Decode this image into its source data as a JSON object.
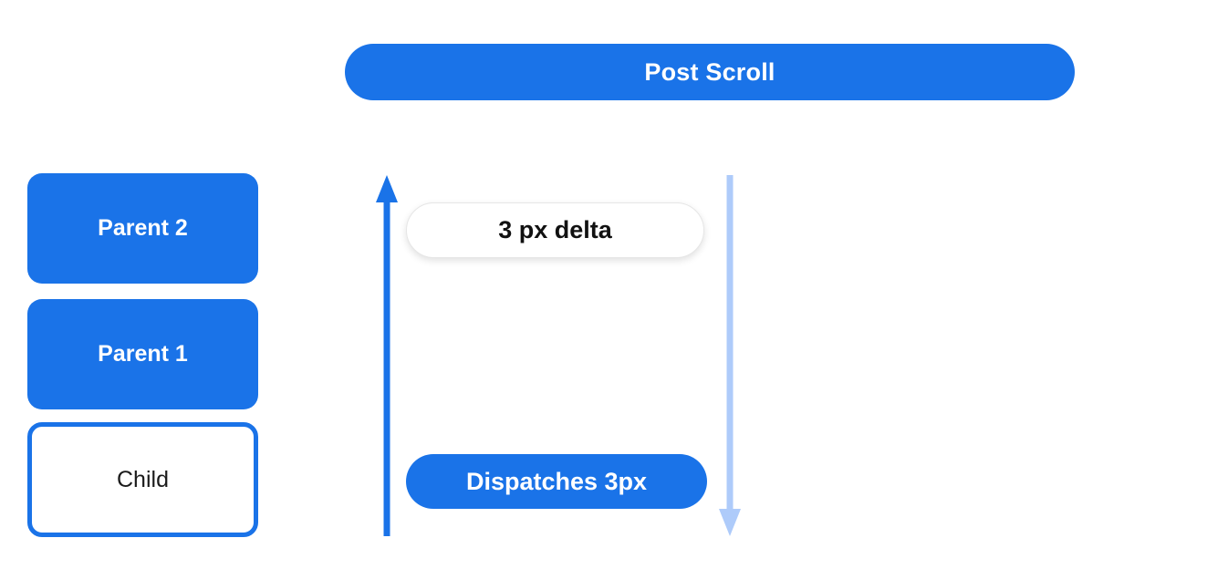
{
  "diagram": {
    "title": "Post Scroll",
    "boxes": [
      {
        "label": "Parent 2"
      },
      {
        "label": "Parent 1"
      },
      {
        "label": "Child"
      }
    ],
    "delta_label": "3 px delta",
    "dispatch_label": "Dispatches 3px",
    "arrows": [
      {
        "name": "scroll-up-arrow",
        "direction": "up",
        "color": "#1a73e8"
      },
      {
        "name": "scroll-down-arrow",
        "direction": "down",
        "color": "#aecbfa"
      }
    ],
    "colors": {
      "primary_blue": "#1a73e8",
      "light_blue": "#aecbfa",
      "pill_border": "#e6e6e6",
      "text_dark": "#111111",
      "text_light": "#ffffff"
    }
  }
}
